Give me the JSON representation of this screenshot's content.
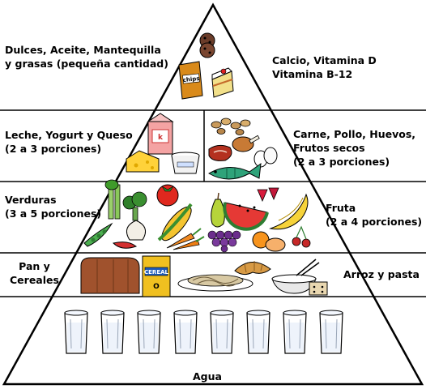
{
  "pyramid": {
    "levels": [
      {
        "left": [
          "Dulces, Aceite, Mantequilla",
          "y grasas (pequeña cantidad)"
        ],
        "right": [
          "Calcio, Vitamina D",
          "Vitamina B-12"
        ]
      },
      {
        "left": [
          "Leche, Yogurt y Queso",
          "(2 a 3 porciones)"
        ],
        "right": [
          "Carne, Pollo, Huevos,",
          "Frutos secos",
          "(2 a 3 porciones)"
        ]
      },
      {
        "left": [
          "Verduras",
          "(3 a 5 porciones)"
        ],
        "right": [
          "Fruta",
          "(2 a 4 porciones)"
        ]
      },
      {
        "left": [
          "Pan y",
          "Cereales"
        ],
        "right": [
          "Arroz y pasta"
        ]
      }
    ],
    "base_label": "Agua",
    "glass_count": 8,
    "food_labels": {
      "chips": "chips",
      "cereal": "CEREAL",
      "cereal_o": "O"
    }
  }
}
